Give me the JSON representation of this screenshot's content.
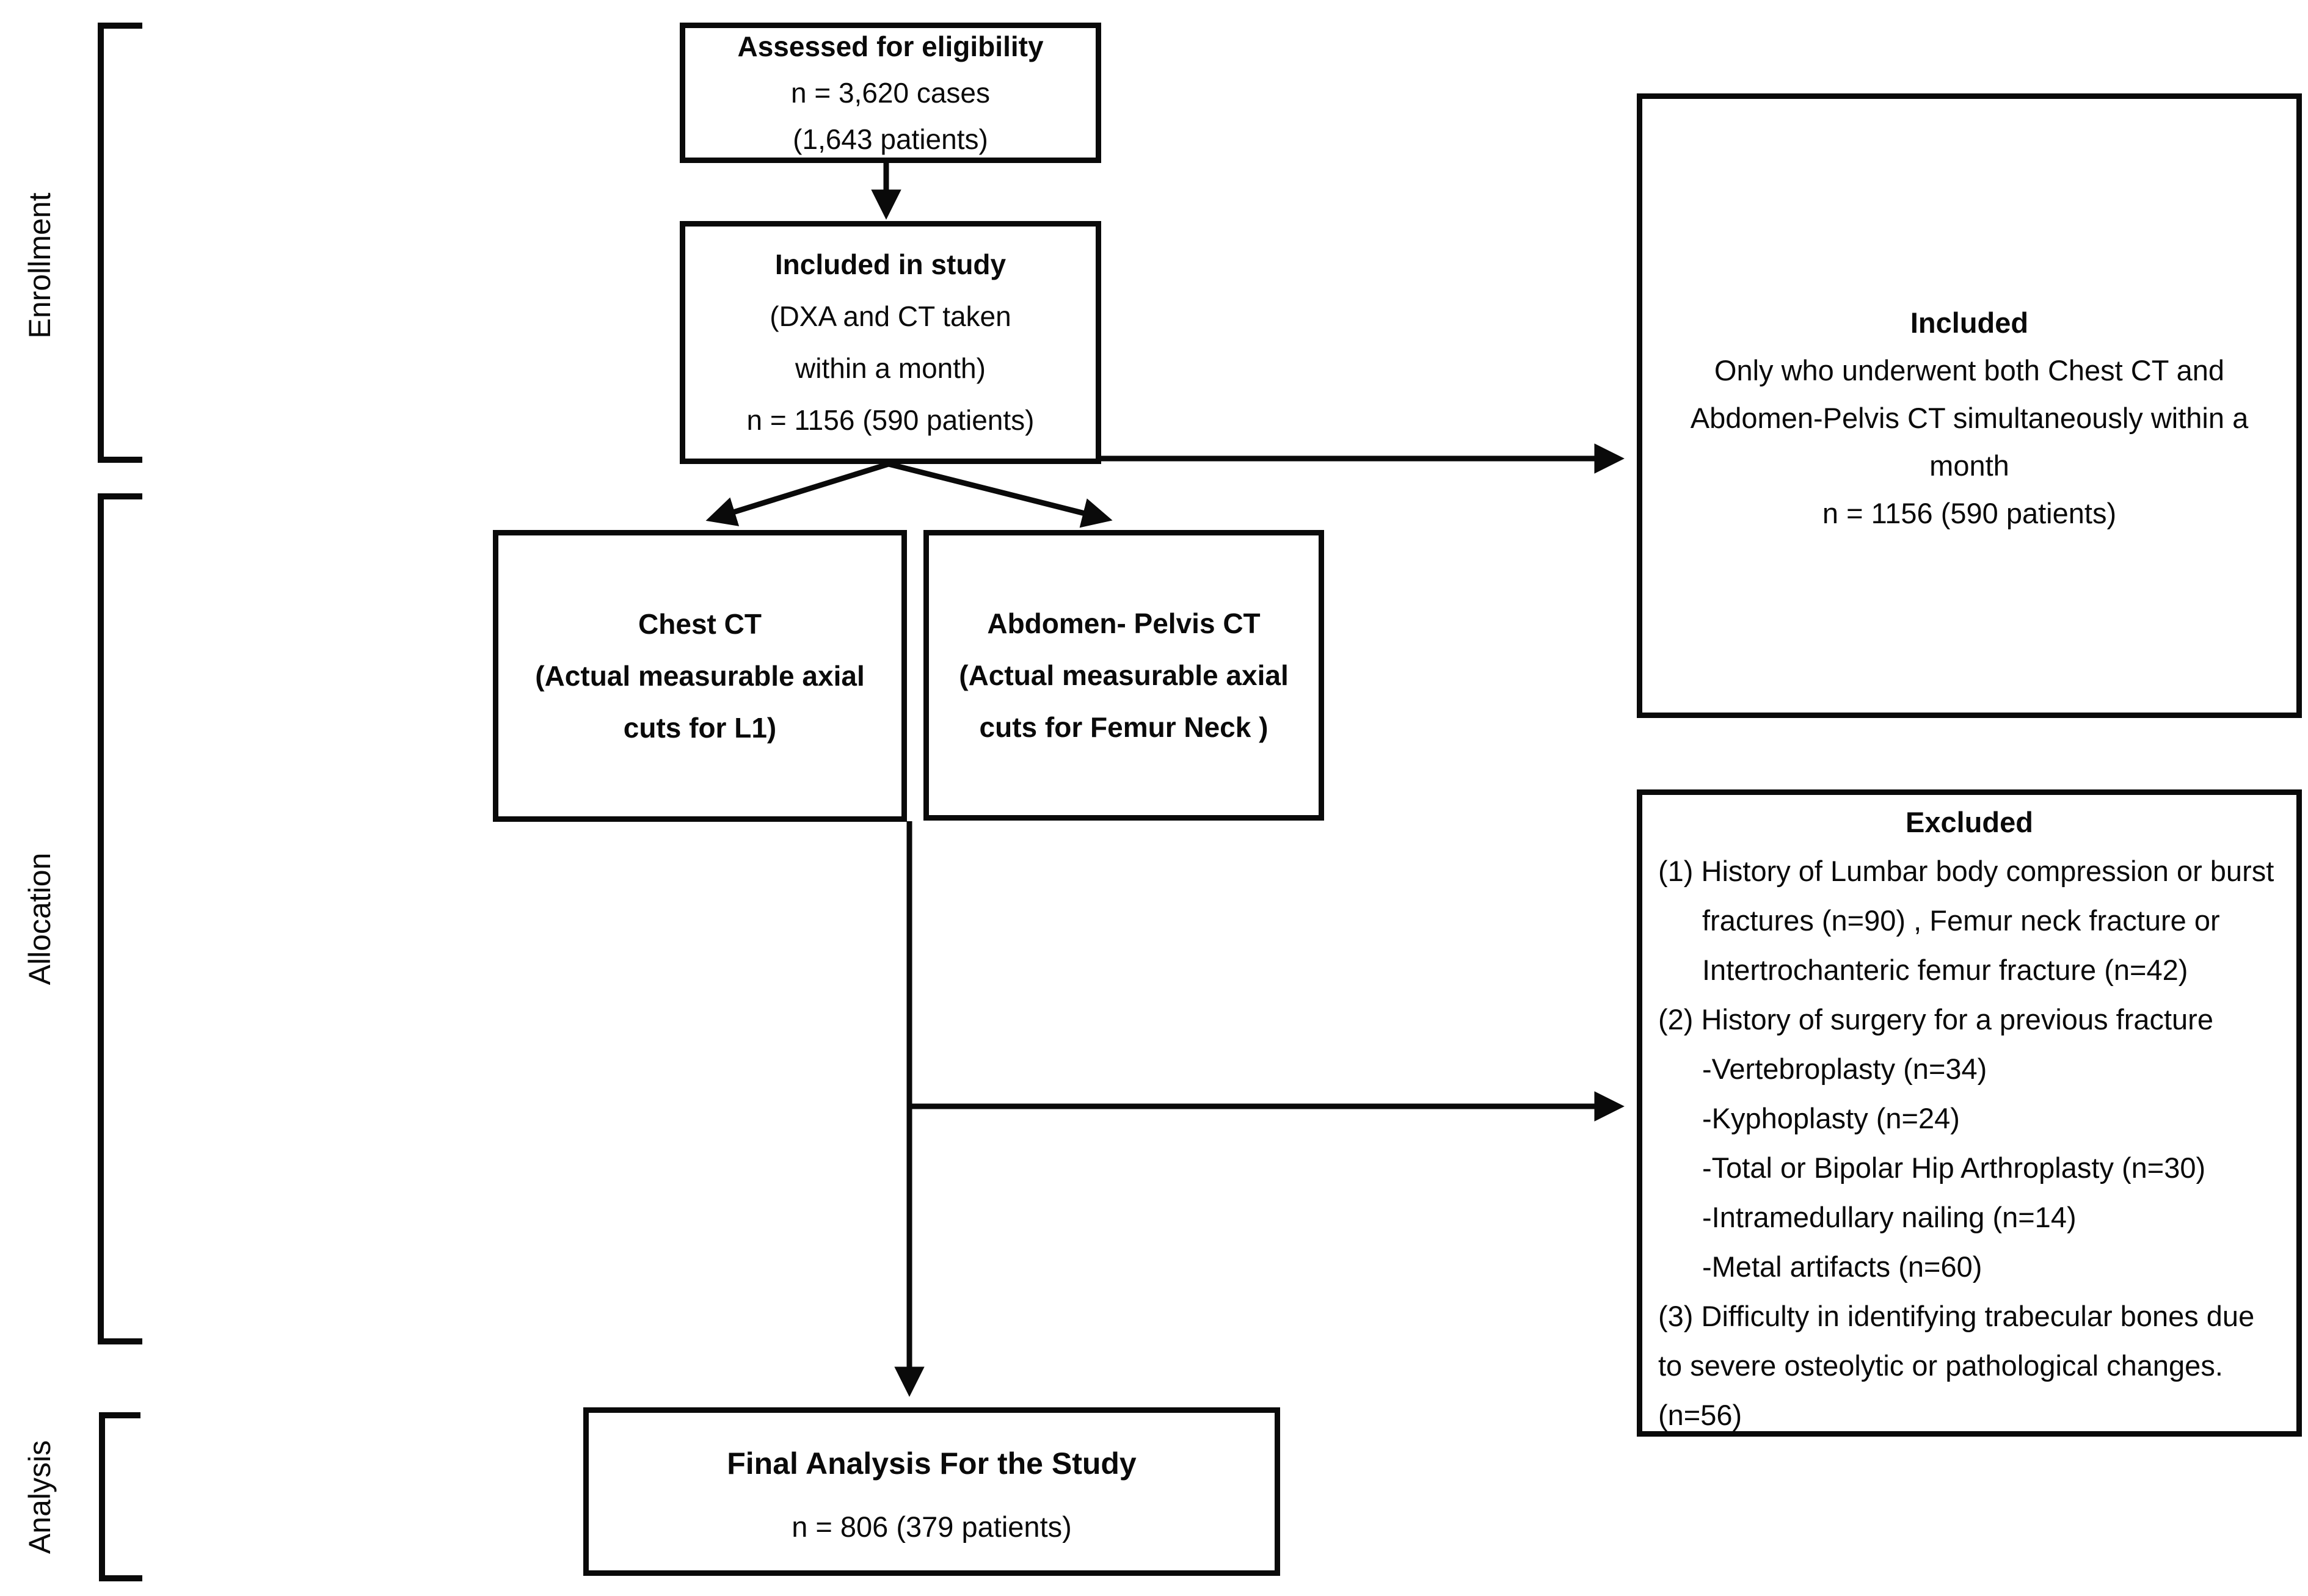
{
  "page": {
    "background_color": "#ffffff",
    "ink_color": "#0a0a0a"
  },
  "stages": {
    "enrollment": "Enrollment",
    "allocation": "Allocation",
    "analysis": "Analysis"
  },
  "flow": {
    "assessed": {
      "title": "Assessed for eligibility",
      "line2": "n = 3,620 cases",
      "line3": "(1,643 patients)"
    },
    "included_study": {
      "title": "Included in study",
      "line2": "(DXA and CT taken",
      "line3": "within a month)",
      "line4": "n = 1156 (590 patients)"
    },
    "chest_ct": {
      "title": "Chest CT",
      "line2": "(Actual measurable axial",
      "line3": "cuts for L1)"
    },
    "abdomen_ct": {
      "title": "Abdomen- Pelvis CT",
      "line2": "(Actual measurable axial",
      "line3": "cuts for Femur Neck )"
    },
    "included_right": {
      "title": "Included",
      "line2": "Only who underwent both Chest CT and",
      "line3": "Abdomen-Pelvis CT simultaneously within a",
      "line4": "month",
      "line5": "n = 1156 (590 patients)"
    },
    "excluded": {
      "title": "Excluded",
      "items": [
        "(1) History of Lumbar body compression or burst",
        "fractures (n=90) , Femur neck fracture or",
        "Intertrochanteric femur fracture (n=42)",
        "(2) History of surgery for a previous fracture",
        "-Vertebroplasty (n=34)",
        "-Kyphoplasty (n=24)",
        "-Total or Bipolar Hip Arthroplasty (n=30)",
        "-Intramedullary nailing (n=14)",
        "-Metal artifacts (n=60)",
        "(3) Difficulty in identifying trabecular bones due",
        "to severe osteolytic or pathological changes.",
        "(n=56)"
      ]
    },
    "final": {
      "title": "Final Analysis For the Study",
      "line2": "n = 806 (379 patients)"
    }
  }
}
